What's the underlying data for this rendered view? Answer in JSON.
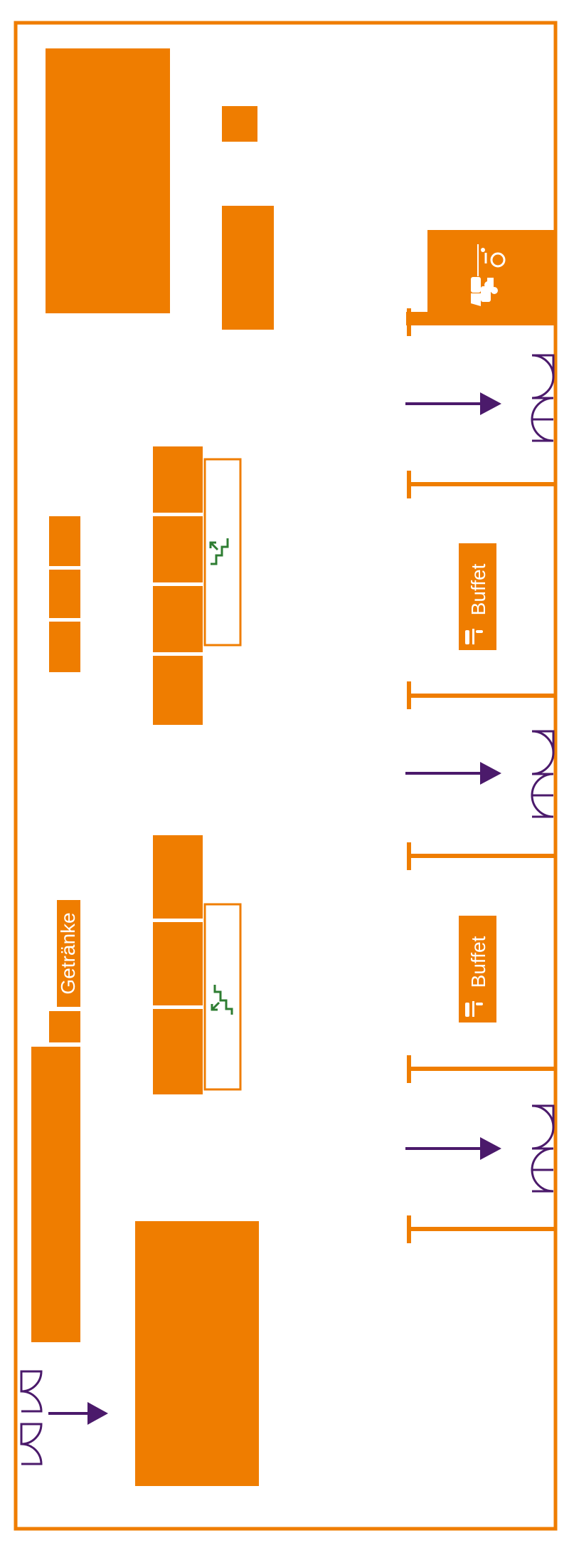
{
  "colors": {
    "primary": "#ef7d00",
    "entrance": "#4b1a6b",
    "stairs": "#2e7d32",
    "background": "#ffffff"
  },
  "labels": {
    "buffet_top": "Buffet",
    "buffet_bottom": "Buffet",
    "drinks": "Getränke"
  },
  "icons": {
    "restroom": "restroom-accessible-icon",
    "cutlery": "cutlery-icon",
    "stairs": "stairs-icon",
    "door": "door-icon",
    "arrow": "entrance-arrow-icon"
  }
}
